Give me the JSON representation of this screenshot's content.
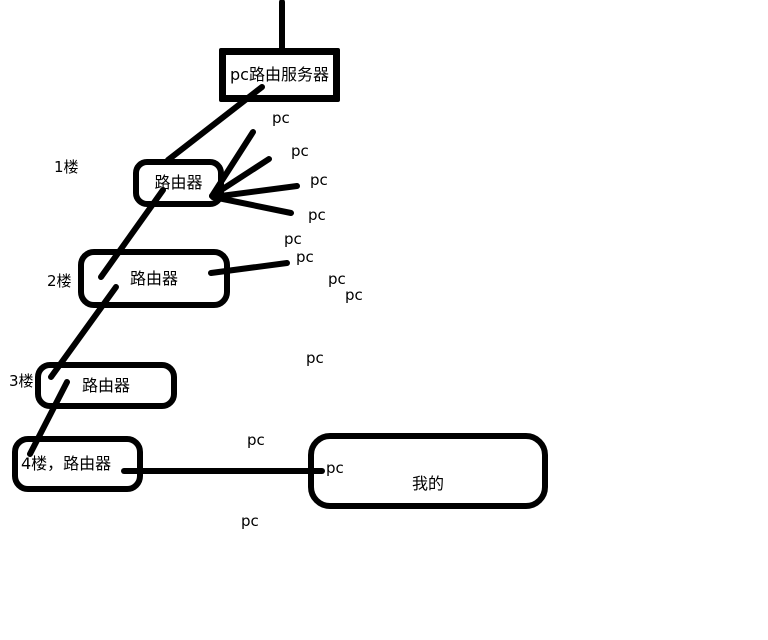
{
  "diagram": {
    "nodes": {
      "server_label": "pc路由服务器",
      "router_label": "路由器",
      "floor4_router_label": "4楼，路由器",
      "my_pc_label": "我的"
    },
    "floor_labels": {
      "floor1": "1楼",
      "floor2": "2楼",
      "floor3": "3楼"
    },
    "pc_label": "pc",
    "colors": {
      "stroke": "#000000",
      "background": "#ffffff"
    }
  }
}
